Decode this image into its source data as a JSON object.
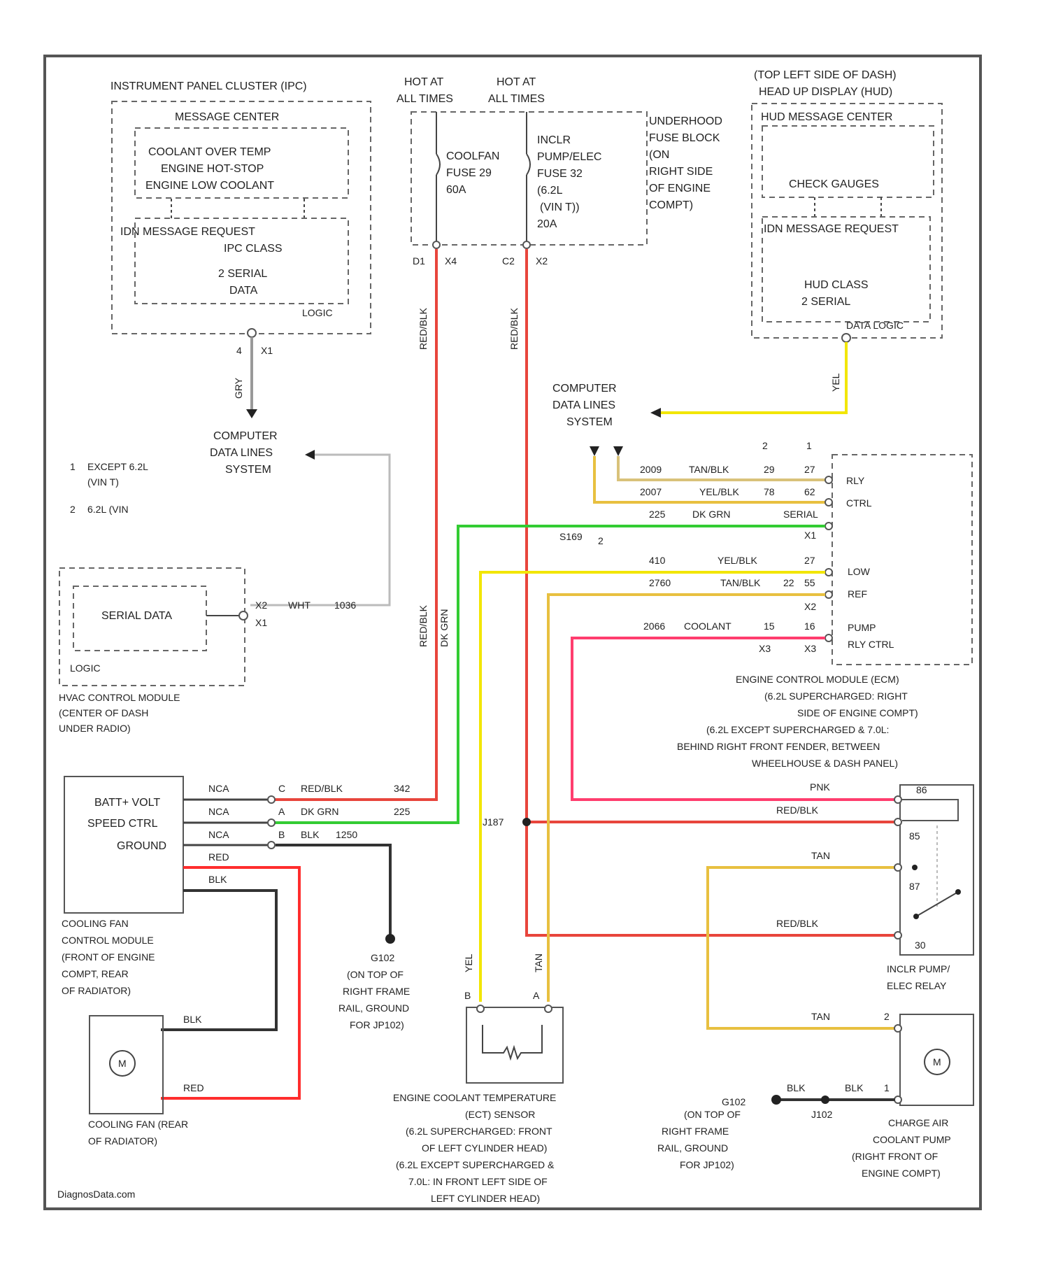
{
  "colors": {
    "red_blk": "#e8453c",
    "red": "#ff2d2d",
    "pnk": "#ff3d6e",
    "dk_grn": "#33cc33",
    "yel": "#f2e600",
    "tan": "#e8c040",
    "tan_wht": "#d9c27a",
    "gry": "#999999",
    "blk": "#333333",
    "wht": "#cccccc"
  },
  "ipc": {
    "title": "INSTRUMENT PANEL CLUSTER (IPC)",
    "message_center": "MESSAGE CENTER",
    "msg1": "COOLANT OVER TEMP",
    "msg2": "ENGINE HOT-STOP",
    "msg3": "ENGINE LOW COOLANT",
    "request": "IDN MESSAGE  REQUEST",
    "ipc_class": "IPC CLASS",
    "serial1": "2 SERIAL",
    "serial2": "DATA",
    "logic": "LOGIC",
    "pin": "X1",
    "pin_num": "4",
    "wire_color": "GRY"
  },
  "fuses": {
    "hot1": "HOT AT",
    "hot1b": "ALL TIMES",
    "hot2": "HOT AT",
    "hot2b": "ALL TIMES",
    "f1a": "COOLFAN",
    "f1b": "FUSE 29",
    "f1c": "60A",
    "f2a": "INCLR",
    "f2b": "PUMP/ELEC",
    "f2c": "FUSE 32",
    "f2d": "(6.2L",
    "f2e": "(VIN T))",
    "f2f": "20A",
    "pin1": "D1",
    "pin1b": "X4",
    "pin2": "C2",
    "pin2b": "X2",
    "ufb1": "UNDERHOOD",
    "ufb2": "FUSE BLOCK",
    "ufb3": "(ON",
    "ufb4": "RIGHT SIDE",
    "ufb5": "OF ENGINE",
    "ufb6": "COMPT)",
    "w1": "RED/BLK",
    "w2": "RED/BLK"
  },
  "hud": {
    "loc1": "(TOP LEFT SIDE OF DASH)",
    "loc2": "HEAD UP DISPLAY (HUD)",
    "msg_center": "HUD MESSAGE CENTER",
    "check": "CHECK GAUGES",
    "request": "IDN MESSAGE REQUEST",
    "cls1": "HUD CLASS",
    "cls2": "2 SERIAL",
    "logic": "DATA LOGIC",
    "wire": "YEL"
  },
  "cdls": {
    "a1": "COMPUTER",
    "a2": "DATA LINES",
    "a3": "SYSTEM",
    "b1": "COMPUTER",
    "b2": "DATA LINES",
    "b3": "SYSTEM"
  },
  "notes": {
    "n1a": "EXCEPT 6.2L",
    "n1b": "(VIN T)",
    "n1num": "1",
    "n2": "6.2L (VIN",
    "n2num": "2"
  },
  "hvac": {
    "serial": "SERIAL DATA",
    "logic": "LOGIC",
    "pin": "X2",
    "pin2": "X1",
    "wire": "WHT",
    "circuit": "1036",
    "name1": "HVAC CONTROL MODULE",
    "name2": "(CENTER OF DASH",
    "name3": "UNDER RADIO)"
  },
  "ecm": {
    "col1": "2",
    "col2": "1",
    "r1c": "2009",
    "r1w": "TAN/BLK",
    "r1n": "29",
    "r1n2": "27",
    "r1lbl": "RLY",
    "r2c": "2007",
    "r2w": "YEL/BLK",
    "r2n": "78",
    "r2n2": "62",
    "r2lbl": "CTRL",
    "r3c": "225",
    "r3w": "DK GRN",
    "r3lbl": "SERIAL",
    "r3x": "X1",
    "splice": "S169",
    "splice_n": "2",
    "r4c": "410",
    "r4w": "YEL/BLK",
    "r4n": "27",
    "r4lbl": "LOW",
    "r5c": "2760",
    "r5w": "TAN/BLK",
    "r5n": "22",
    "r5n2": "55",
    "r5lbl": "REF",
    "r5x": "X2",
    "r6c": "2066",
    "r6w": "COOLANT",
    "r6n": "15",
    "r6n2": "16",
    "r6lbl": "PUMP",
    "r6lbl2": "RLY CTRL",
    "r6x": "X3",
    "r6x2": "X3",
    "name1": "ENGINE CONTROL MODULE (ECM)",
    "name2": "(6.2L SUPERCHARGED: RIGHT",
    "name3": "SIDE OF ENGINE COMPT)",
    "name4": "(6.2L EXCEPT SUPERCHARGED & 7.0L:",
    "name5": "BEHIND RIGHT FRONT FENDER, BETWEEN",
    "name6": "WHEELHOUSE & DASH PANEL)",
    "mid_w1": "RED/BLK",
    "mid_w2": "DK GRN"
  },
  "fan_module": {
    "l1": "BATT+ VOLT",
    "l2": "SPEED CTRL",
    "l3": "GROUND",
    "c1": "NCA",
    "c2": "NCA",
    "c3": "NCA",
    "c4": "RED",
    "c5": "BLK",
    "p1": "C",
    "p2": "A",
    "p3": "B",
    "w1": "RED/BLK",
    "w2": "DK GRN",
    "w3": "BLK",
    "n1": "342",
    "n2": "225",
    "n3": "1250",
    "name1": "COOLING FAN",
    "name2": "CONTROL MODULE",
    "name3": "(FRONT OF ENGINE",
    "name4": "COMPT, REAR",
    "name5": "OF RADIATOR)"
  },
  "ground1": {
    "id": "G102",
    "l1": "(ON TOP OF",
    "l2": "RIGHT FRAME",
    "l3": "RAIL, GROUND",
    "l4": "FOR JP102)"
  },
  "fan": {
    "blk": "BLK",
    "red": "RED",
    "m": "M",
    "name1": "COOLING FAN (REAR",
    "name2": "OF RADIATOR)"
  },
  "ect": {
    "splice": "J187",
    "w1": "YEL",
    "w2": "TAN",
    "p1": "B",
    "p2": "A",
    "name1": "ENGINE COOLANT TEMPERATURE",
    "name2": "(ECT) SENSOR",
    "name3": "(6.2L SUPERCHARGED: FRONT",
    "name4": "OF LEFT CYLINDER HEAD)",
    "name5": "(6.2L EXCEPT SUPERCHARGED &",
    "name6": "7.0L: IN FRONT LEFT SIDE OF",
    "name7": "LEFT CYLINDER HEAD)"
  },
  "relay": {
    "w_pnk": "PNK",
    "w_rb1": "RED/BLK",
    "w_tan": "TAN",
    "w_rb2": "RED/BLK",
    "p86": "86",
    "p85": "85",
    "p87": "87",
    "p30": "30",
    "name1": "INCLR PUMP/",
    "name2": "ELEC RELAY"
  },
  "pump": {
    "w_tan": "TAN",
    "pin2": "2",
    "pin1": "1",
    "blk1": "BLK",
    "blk2": "BLK",
    "ground": "G102",
    "splice": "J102",
    "g1": "(ON TOP OF",
    "g2": "RIGHT FRAME",
    "g3": "RAIL, GROUND",
    "g4": "FOR JP102)",
    "m": "M",
    "name1": "CHARGE AIR",
    "name2": "COOLANT PUMP",
    "name3": "(RIGHT FRONT OF",
    "name4": "ENGINE COMPT)"
  },
  "footer": "DiagnosData.com"
}
